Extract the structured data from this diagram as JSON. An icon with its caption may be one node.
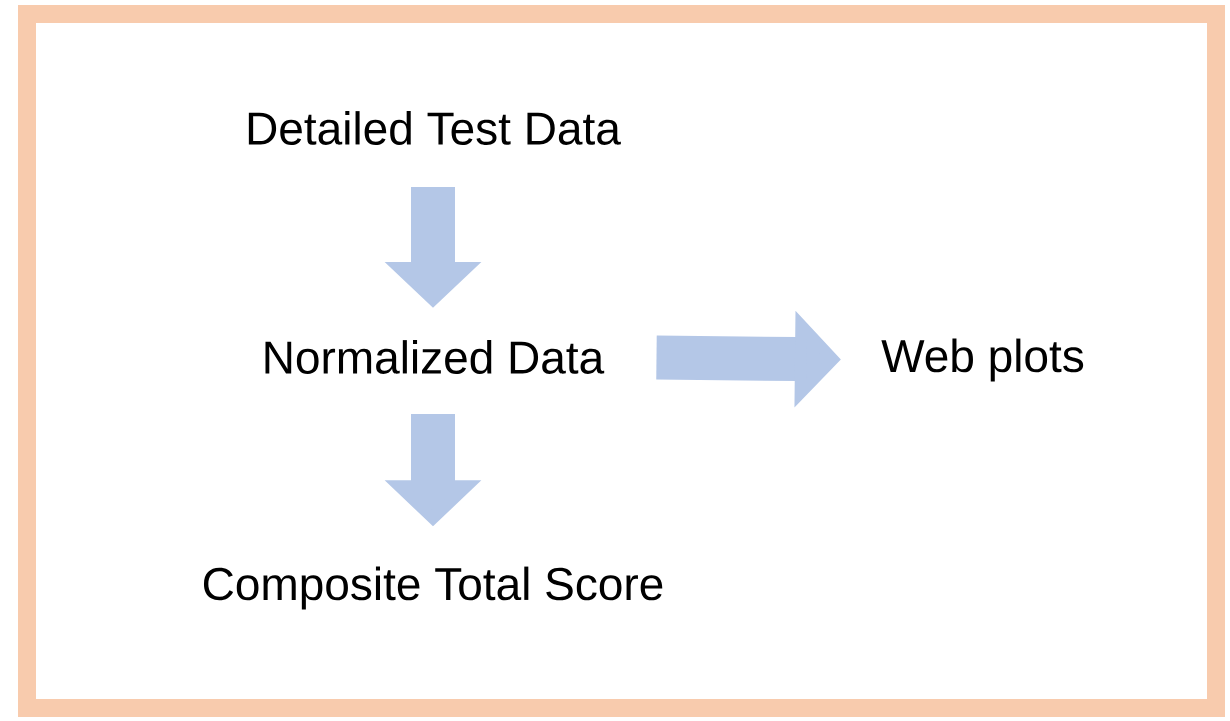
{
  "diagram": {
    "nodes": [
      {
        "text": [
          "Detailed Test Data"
        ]
      },
      {
        "text": [
          "Normalized Data"
        ]
      },
      {
        "text": [
          "Web plots"
        ]
      },
      {
        "text": [
          "Composite Total Score"
        ]
      }
    ],
    "edges": [
      {
        "from": 0,
        "to": 1,
        "arrow": "to"
      },
      {
        "from": 1,
        "to": 2,
        "arrow": "to"
      },
      {
        "from": 1,
        "to": 3,
        "arrow": "to"
      }
    ]
  }
}
